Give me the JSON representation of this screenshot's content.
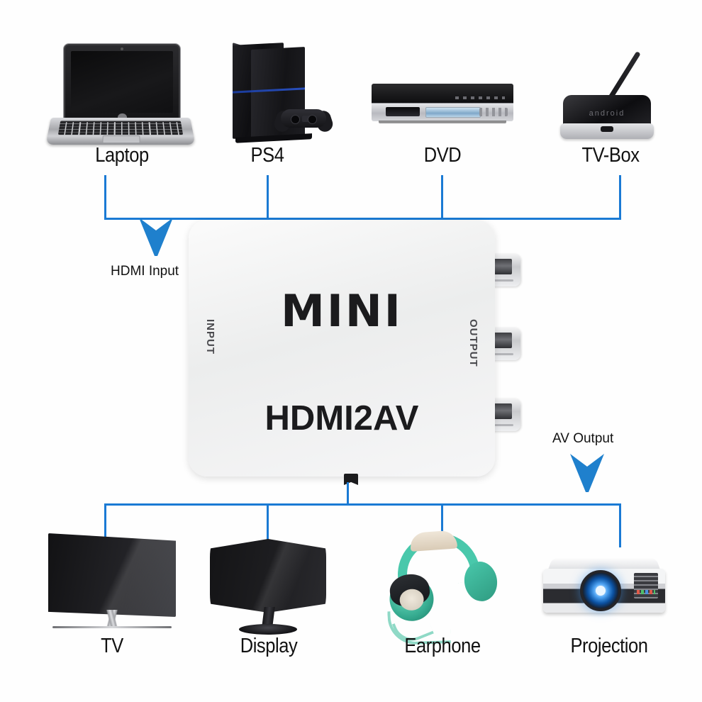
{
  "diagram": {
    "title": "HDMI2AV converter connection diagram",
    "accent_color": "#1a7ad4",
    "background_color": "#fefefe"
  },
  "sources": {
    "section_label": "HDMI Input",
    "devices": [
      {
        "label": "Laptop",
        "icon": "laptop-icon"
      },
      {
        "label": "PS4",
        "icon": "game-console-icon"
      },
      {
        "label": "DVD",
        "icon": "dvd-player-icon"
      },
      {
        "label": "TV-Box",
        "icon": "tv-box-icon",
        "brand_text": "android"
      }
    ]
  },
  "converter": {
    "brand": "MINI",
    "model": "HDMI2AV",
    "input_port_label": "INPUT",
    "output_port_label": "OUTPUT",
    "rca_jack_count": 3,
    "body_color": "#f4f5f6"
  },
  "outputs": {
    "section_label": "AV Output",
    "devices": [
      {
        "label": "TV",
        "icon": "television-icon"
      },
      {
        "label": "Display",
        "icon": "monitor-icon"
      },
      {
        "label": "Earphone",
        "icon": "headphones-icon"
      },
      {
        "label": "Projection",
        "icon": "projector-icon"
      }
    ]
  }
}
